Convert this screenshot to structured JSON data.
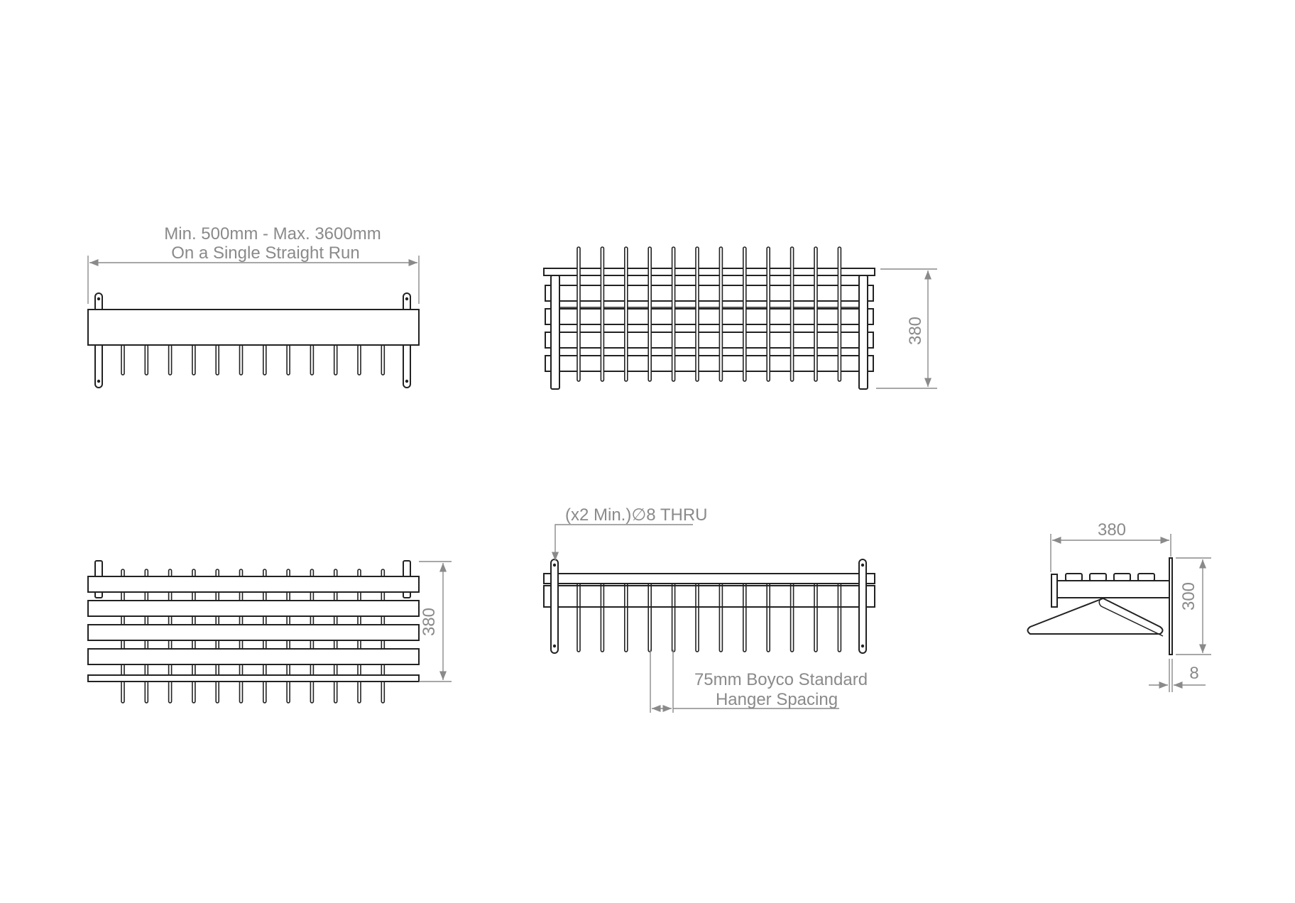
{
  "annotations": {
    "length_range": "Min. 500mm - Max. 3600mm",
    "length_note": "On a Single Straight Run",
    "depth_top": "380",
    "depth_bottom": "380",
    "fixing_holes": "(x2 Min.)∅8 THRU",
    "spacing_line1": "75mm Boyco Standard",
    "spacing_line2": "Hanger Spacing",
    "side_depth": "380",
    "side_height": "300",
    "side_thickness": "8"
  },
  "drawing": {
    "hanger_rods_per_view": 12,
    "slats": 4,
    "line_color": "#222222",
    "dimension_color": "#8a8a8a"
  }
}
